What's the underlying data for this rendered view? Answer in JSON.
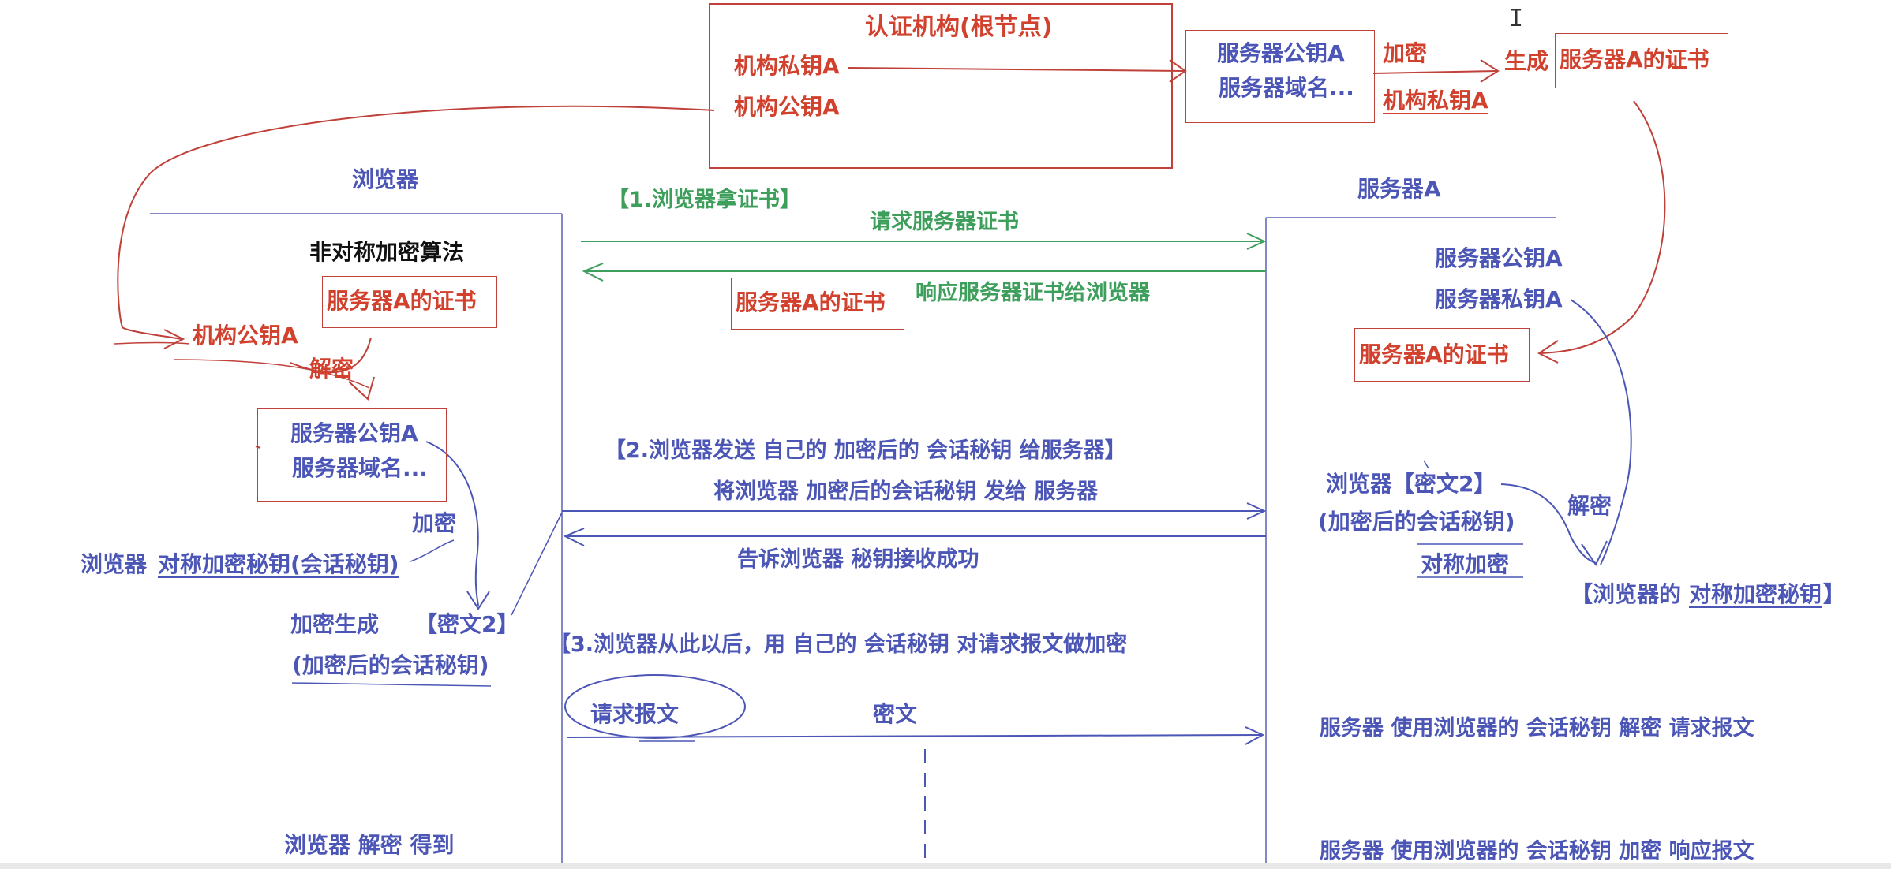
{
  "authority": {
    "title": "认证机构(根节点)",
    "private_key": "机构私钥A",
    "public_key": "机构公钥A"
  },
  "cert_generation": {
    "server_public_key": "服务器公钥A",
    "server_domain": "服务器域名...",
    "encrypt": "加密",
    "authority_private_key": "机构私钥A",
    "generate": "生成",
    "server_cert": "服务器A的证书"
  },
  "browser": {
    "title": "浏览器",
    "asym_algo": "非对称加密算法",
    "server_cert": "服务器A的证书",
    "authority_public_key": "机构公钥A",
    "decrypt": "解密",
    "server_public_key": "服务器公钥A",
    "server_domain": "服务器域名...",
    "encrypt": "加密",
    "sym_key_prefix": "浏览器",
    "sym_key": "对称加密秘钥(会话秘钥)",
    "generate": "加密生成",
    "cipher2": "【密文2】",
    "cipher2_note": "(加密后的会话秘钥)",
    "final_decrypt": "浏览器 解密 得到"
  },
  "server": {
    "title": "服务器A",
    "public_key": "服务器公钥A",
    "private_key": "服务器私钥A",
    "cert": "服务器A的证书",
    "cipher2": "浏览器【密文2】",
    "cipher2_note": "(加密后的会话秘钥)",
    "sym_encrypt": "对称加密",
    "decrypt": "解密",
    "result_prefix": "【浏览器的",
    "result_key": "对称加密秘钥",
    "result_suffix": "】",
    "decrypt_request": "服务器 使用浏览器的 会话秘钥 解密 请求报文",
    "encrypt_response": "服务器 使用浏览器的 会话秘钥 加密 响应报文"
  },
  "steps": {
    "step1": "【1.浏览器拿证书】",
    "request_cert": "请求服务器证书",
    "cert_in_transit": "服务器A的证书",
    "response_cert": "响应服务器证书给浏览器",
    "step2": "【2.浏览器发送 自己的 加密后的 会话秘钥 给服务器】",
    "send_key": "将浏览器 加密后的会话秘钥 发给 服务器",
    "ack": "告诉浏览器 秘钥接收成功",
    "step3": "【3.浏览器从此以后，用 自己的 会话秘钥 对请求报文做加密",
    "request_msg": "请求报文",
    "cipher_text": "密文"
  },
  "colors": {
    "red": "#d2412d",
    "blue": "#4b56b6",
    "green": "#3e9e5b",
    "black": "#111111"
  }
}
